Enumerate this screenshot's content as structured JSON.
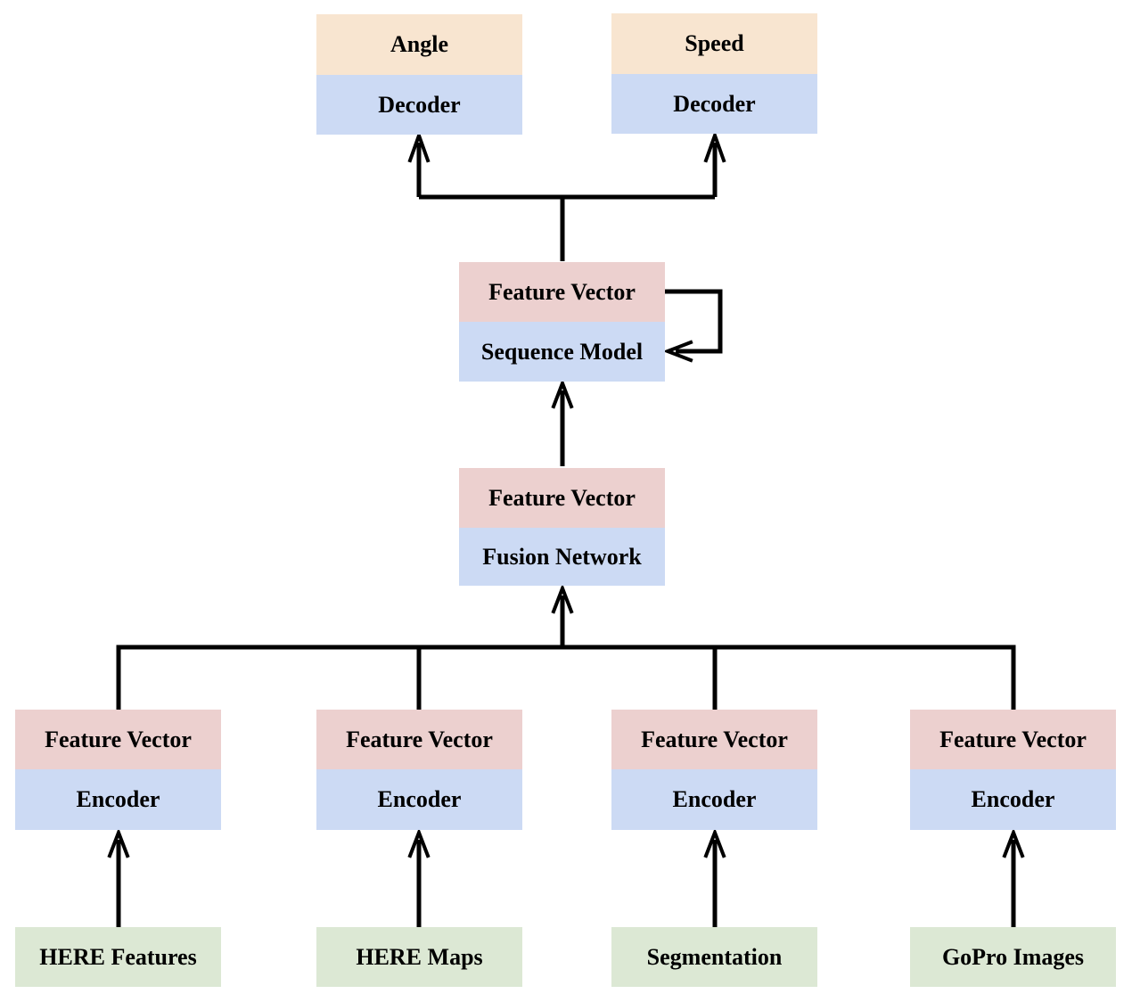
{
  "colors": {
    "output_block": "#f8e5d0",
    "module_block": "#ccdaf4",
    "feature_block": "#ecd0cf",
    "input_block": "#dce8d4",
    "arrow": "#000000"
  },
  "outputs": {
    "angle": {
      "label": "Angle",
      "module": "Decoder"
    },
    "speed": {
      "label": "Speed",
      "module": "Decoder"
    }
  },
  "sequence": {
    "feature": "Feature Vector",
    "module": "Sequence Model"
  },
  "fusion": {
    "feature": "Feature Vector",
    "module": "Fusion Network"
  },
  "branches": [
    {
      "feature": "Feature Vector",
      "module": "Encoder",
      "input": "HERE Features"
    },
    {
      "feature": "Feature Vector",
      "module": "Encoder",
      "input": "HERE Maps"
    },
    {
      "feature": "Feature Vector",
      "module": "Encoder",
      "input": "Segmentation"
    },
    {
      "feature": "Feature Vector",
      "module": "Encoder",
      "input": "GoPro Images"
    }
  ]
}
